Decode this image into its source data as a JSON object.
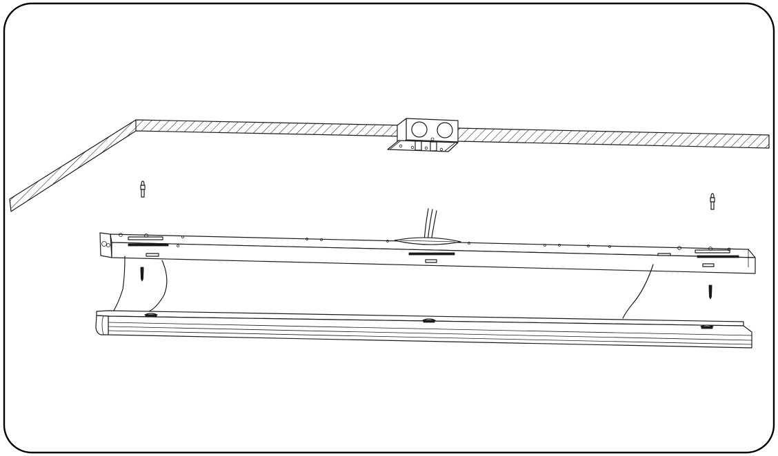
{
  "illustration": {
    "kind": "installation-diagram",
    "line_color": "#1a1a1a",
    "background_color": "#ffffff",
    "parts": [
      {
        "name": "ceiling",
        "pattern": "diagonal-hatch"
      },
      {
        "name": "junction-box",
        "knockouts": 2
      },
      {
        "name": "ceiling-anchor",
        "count": 2
      },
      {
        "name": "mounting-screw",
        "count": 2
      },
      {
        "name": "mounting-bracket",
        "count": 1
      },
      {
        "name": "light-fixture-body",
        "count": 1
      },
      {
        "name": "supply-wires",
        "count": 3
      },
      {
        "name": "safety-cable",
        "count": 3
      }
    ]
  }
}
